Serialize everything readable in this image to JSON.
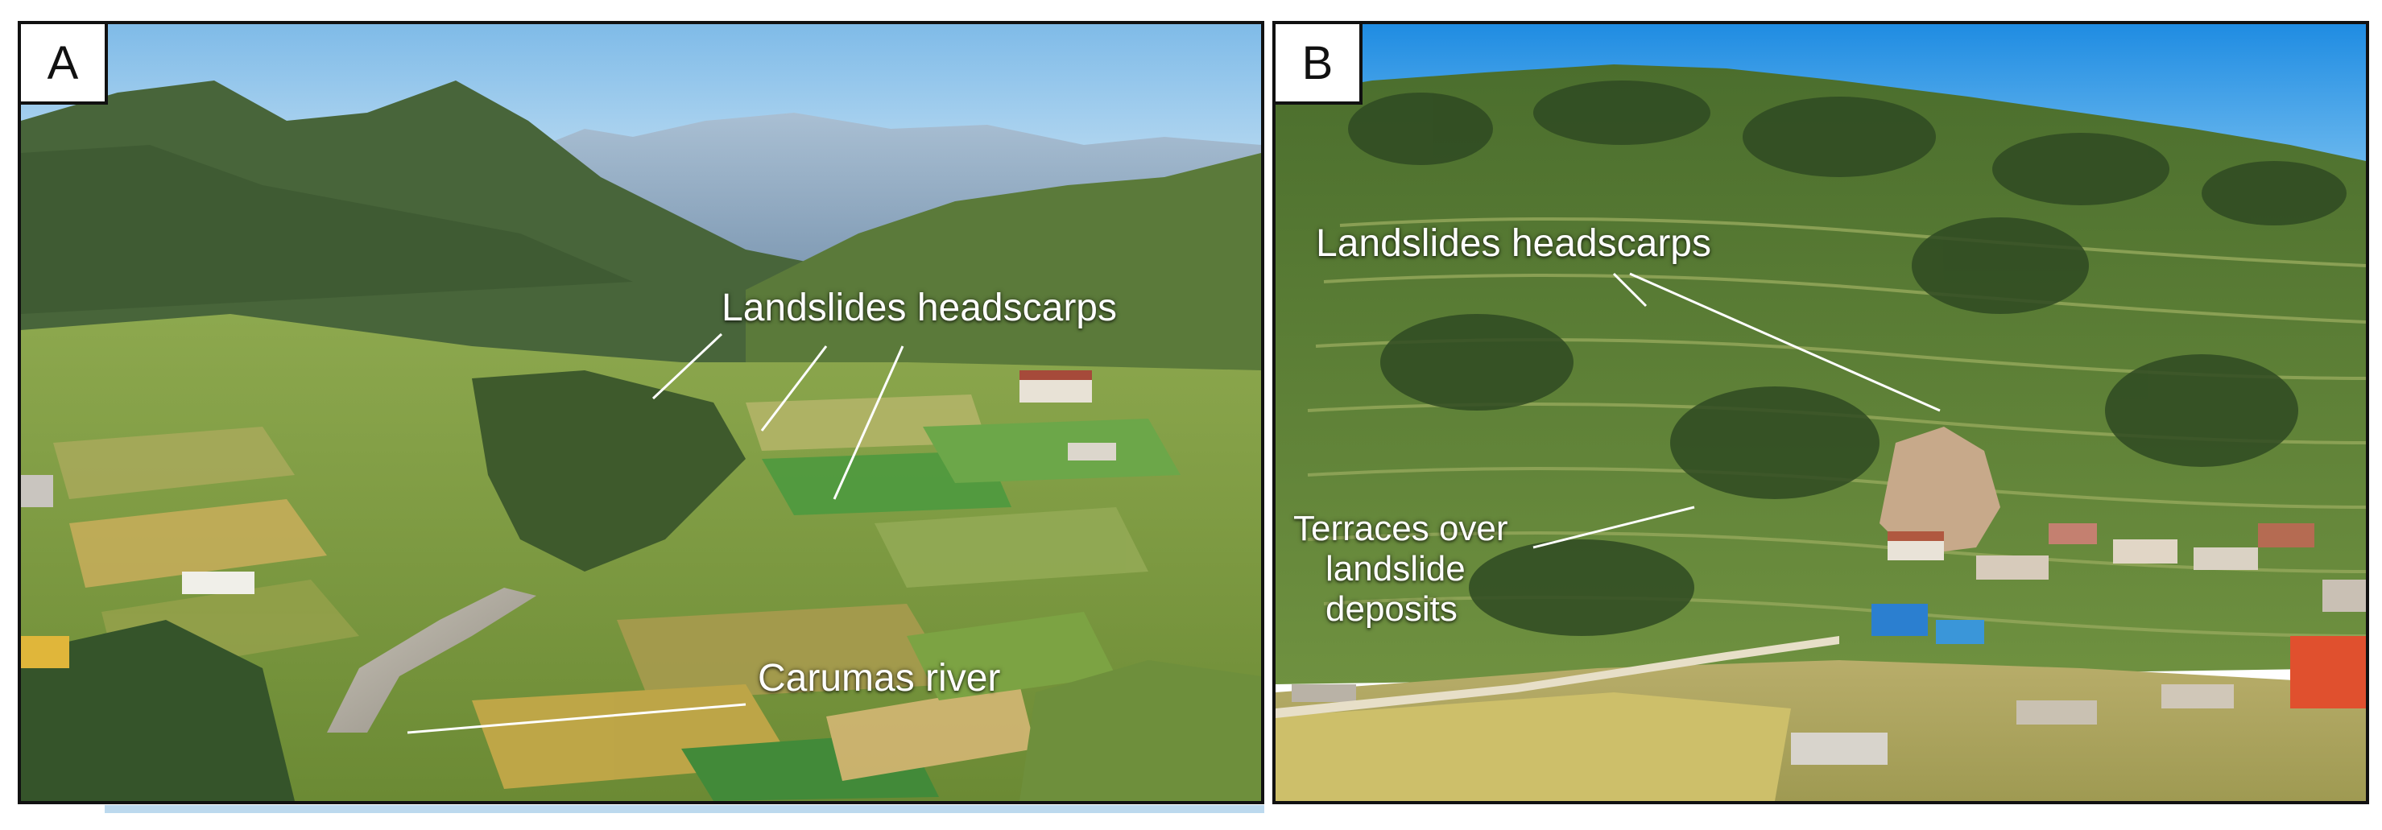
{
  "panels": {
    "a": {
      "letter": "A",
      "labels": {
        "headscarps": "Landslides headscarps",
        "river": "Carumas river"
      }
    },
    "b": {
      "letter": "B",
      "labels": {
        "headscarps": "Landslides headscarps",
        "terraces_l1": "Terraces over",
        "terraces_l2": "landslide",
        "terraces_l3": "deposits"
      }
    }
  },
  "colors": {
    "frame": "#111111",
    "sky_a": "#8fc4ea",
    "sky_b": "#2f97e6",
    "field_green": "#6fa33a",
    "field_yellow": "#c9b24a",
    "label_text": "#ffffff"
  }
}
